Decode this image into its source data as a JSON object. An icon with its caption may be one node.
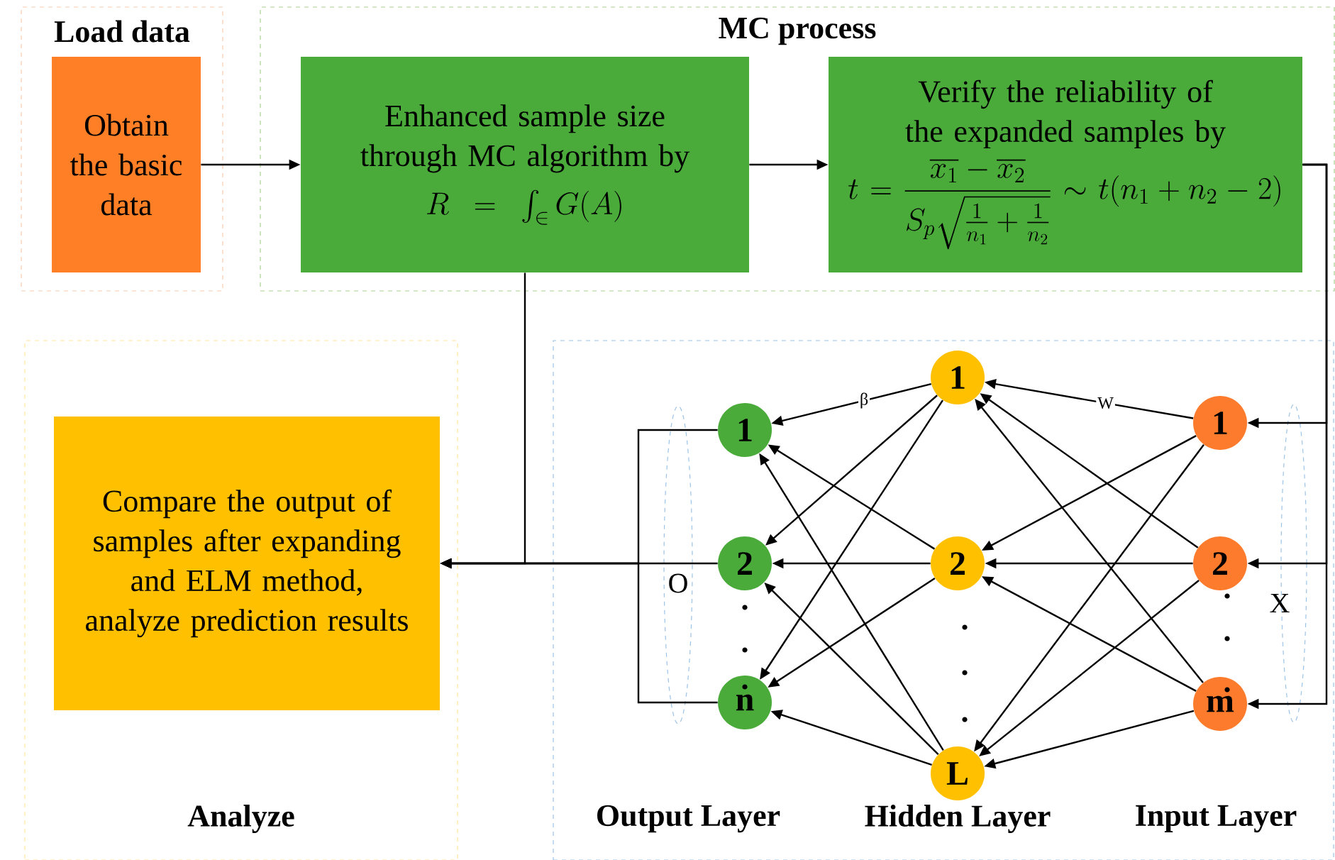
{
  "diagram": {
    "nodes": [
      {
        "text": [
          "Load data"
        ]
      },
      {
        "text": [
          "Obtain the basic data"
        ],
        "in": 0
      },
      {
        "text": [
          "MC process"
        ]
      },
      {
        "text": [
          "Enhanced sample size through MC algorithm by",
          "R=\\int_{\\in} G(A)"
        ],
        "in": 2
      },
      {
        "text": [
          "Verify the reliability of the expanded samples by",
          "t=\\frac{\\overline{x_1}-\\overline{x_2}}{S_p\\sqrt{\\frac{1}{n_1}+\\frac{1}{n_2}}}\\sim t(n_1+n_2-2)"
        ],
        "in": 2
      },
      {
        "text": [
          "Analyze"
        ]
      },
      {
        "text": [
          "Compare the output of samples after expanding and ELM method, analyze prediction results"
        ],
        "in": 5
      },
      {
        "text": [],
        "shape": "box"
      },
      {
        "text": [
          "1"
        ],
        "in": 7
      },
      {
        "text": [
          "1"
        ],
        "in": 7
      },
      {
        "text": [
          "1"
        ],
        "in": 7
      },
      {
        "text": [
          "2"
        ],
        "in": 7
      },
      {
        "text": [
          "2"
        ],
        "in": 7
      },
      {
        "text": [
          "2"
        ],
        "in": 7
      },
      {
        "text": [
          "n"
        ],
        "in": 7
      },
      {
        "text": [
          "m"
        ],
        "in": 7
      },
      {
        "text": [
          "L"
        ],
        "in": 7
      }
    ],
    "edges": [
      {
        "from": 1,
        "to": 3,
        "arrow": "to"
      },
      {
        "from": 3,
        "to": 4,
        "arrow": "to"
      },
      {
        "from": 4,
        "to": 10,
        "arrow": "to"
      },
      {
        "from": 4,
        "to": 13,
        "arrow": "to"
      },
      {
        "from": 4,
        "to": 15,
        "arrow": "to"
      },
      {
        "from": 10,
        "to": 8,
        "arrow": "to",
        "label": "W"
      },
      {
        "from": 10,
        "to": 12,
        "arrow": "to"
      },
      {
        "from": 10,
        "to": 16,
        "arrow": "to"
      },
      {
        "from": 13,
        "to": 8,
        "arrow": "to"
      },
      {
        "from": 13,
        "to": 12,
        "arrow": "to"
      },
      {
        "from": 13,
        "to": 16,
        "arrow": "to"
      },
      {
        "from": 15,
        "to": 8,
        "arrow": "to"
      },
      {
        "from": 15,
        "to": 12,
        "arrow": "to"
      },
      {
        "from": 15,
        "to": 16,
        "arrow": "to"
      },
      {
        "from": 8,
        "to": 9,
        "arrow": "to",
        "label": "β"
      },
      {
        "from": 8,
        "to": 11,
        "arrow": "to"
      },
      {
        "from": 8,
        "to": 14,
        "arrow": "to"
      },
      {
        "from": 12,
        "to": 9,
        "arrow": "to"
      },
      {
        "from": 12,
        "to": 11,
        "arrow": "to"
      },
      {
        "from": 12,
        "to": 14,
        "arrow": "to"
      },
      {
        "from": 16,
        "to": 9,
        "arrow": "to"
      },
      {
        "from": 16,
        "to": 11,
        "arrow": "to"
      },
      {
        "from": 16,
        "to": 14,
        "arrow": "to"
      },
      {
        "from": 9,
        "to": 6,
        "arrow": "to"
      },
      {
        "from": 11,
        "to": 6,
        "arrow": "to"
      },
      {
        "from": 14,
        "to": 6,
        "arrow": "to"
      },
      {
        "from": 3,
        "to": 6,
        "arrow": "to"
      }
    ],
    "labels": [
      "O",
      "X",
      "Output Layer",
      "Hidden Layer",
      "Input Layer"
    ]
  }
}
